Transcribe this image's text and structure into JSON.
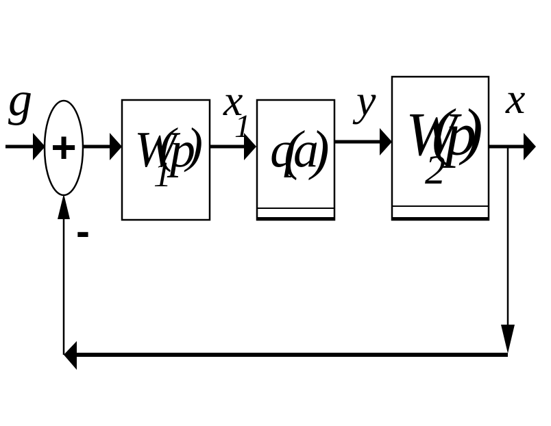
{
  "diagram": {
    "signals": {
      "input": "g",
      "x1_letter": "x",
      "x1_subscript": "1",
      "y": "y",
      "output": "x"
    },
    "summing_junction": {
      "plus_sign": "+",
      "minus_sign": "-"
    },
    "block_w1": {
      "func": "W",
      "subscript": "1",
      "open_paren": "(",
      "var": "p",
      "close_paren": ")"
    },
    "block_q": {
      "func": "q",
      "open_paren": "(",
      "var": "a",
      "close_paren": ")"
    },
    "block_w2": {
      "func": "W",
      "subscript": "2",
      "open_paren": "(",
      "var": "p",
      "close_paren": ")"
    },
    "colors": {
      "stroke": "#000000",
      "background": "#ffffff"
    }
  }
}
